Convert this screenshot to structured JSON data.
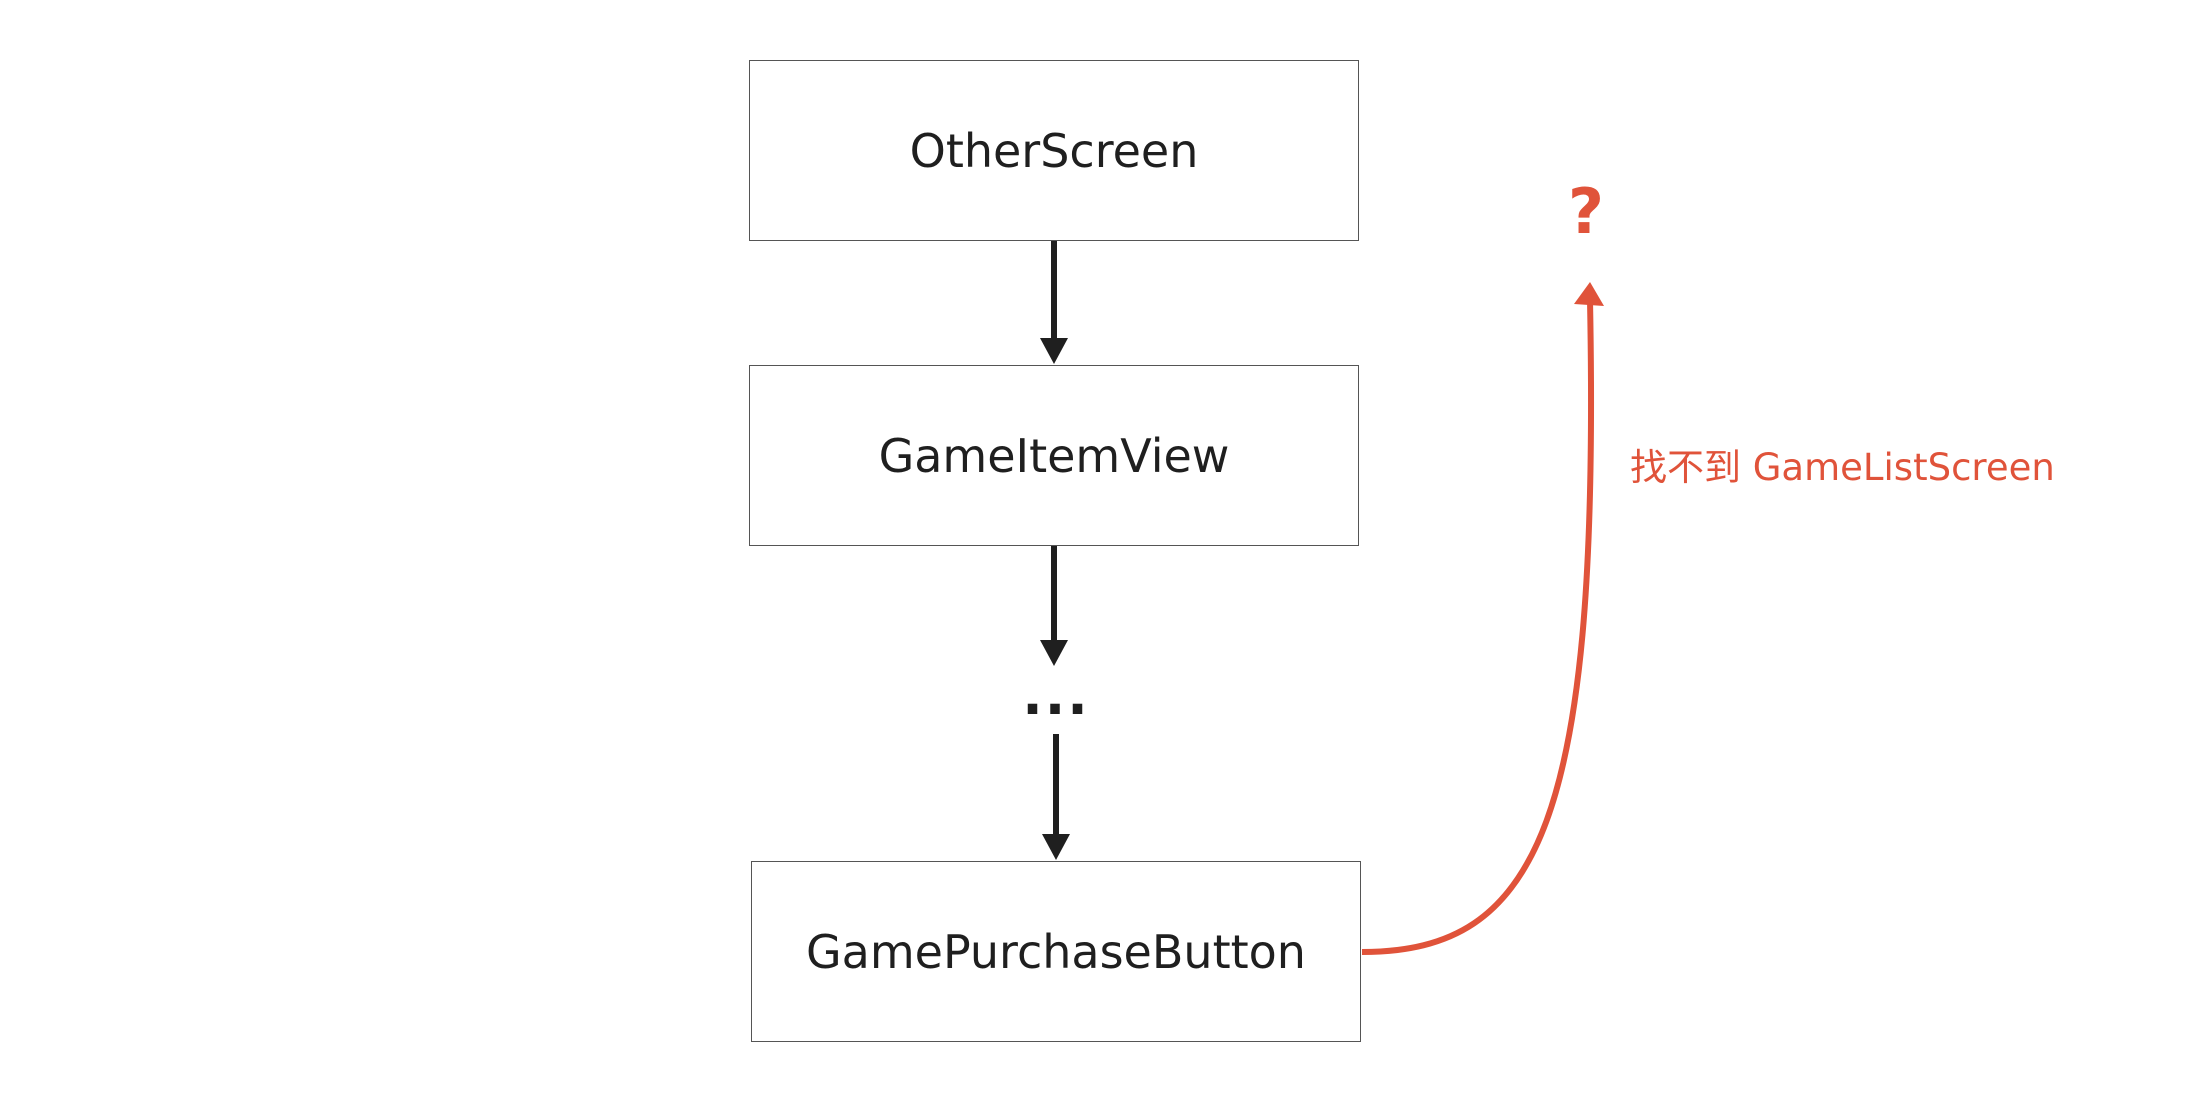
{
  "nodes": {
    "other_screen": "OtherScreen",
    "game_item_view": "GameItemView",
    "game_purchase_button": "GamePurchaseButton"
  },
  "ellipsis": "...",
  "question_mark": "?",
  "annotation": "找不到 GameListScreen",
  "colors": {
    "arrow": "#1f1f1f",
    "highlight": "#e0533a",
    "box_border": "#555555"
  }
}
